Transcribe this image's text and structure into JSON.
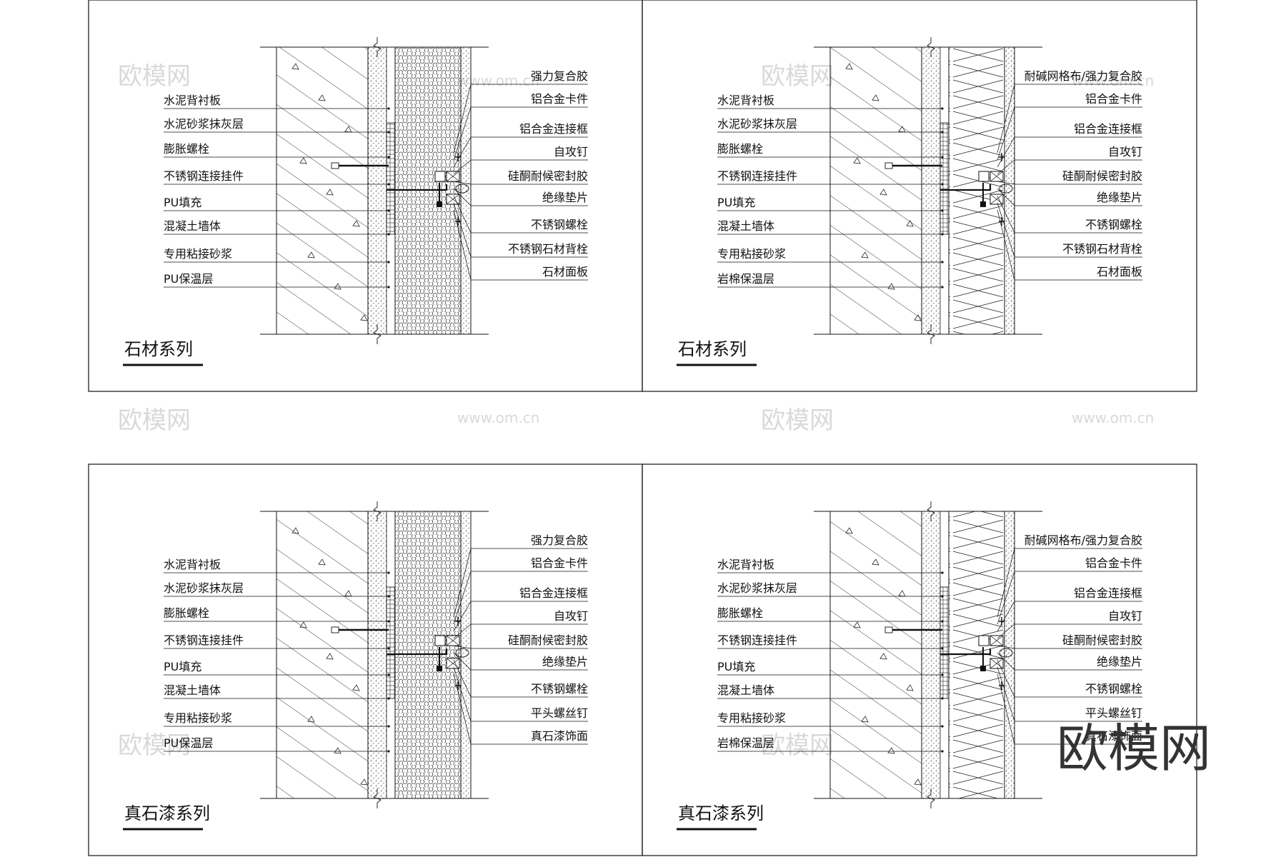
{
  "panels": [
    {
      "title": "石材系列",
      "insulation": "eps",
      "left_labels": [
        "水泥背衬板",
        "水泥砂浆抹灰层",
        "膨胀螺栓",
        "不锈钢连接挂件",
        "PU填充",
        "混凝土墙体",
        "专用粘接砂浆",
        "PU保温层"
      ],
      "right_labels": [
        "强力复合胶",
        "铝合金卡件",
        "铝合金连接框",
        "自攻钉",
        "硅酮耐候密封胶",
        "绝缘垫片",
        "不锈钢螺栓",
        "不锈钢石材背栓",
        "石材面板"
      ]
    },
    {
      "title": "石材系列",
      "insulation": "rockwool",
      "left_labels": [
        "水泥背衬板",
        "水泥砂浆抹灰层",
        "膨胀螺栓",
        "不锈钢连接挂件",
        "PU填充",
        "混凝土墙体",
        "专用粘接砂浆",
        "岩棉保温层"
      ],
      "right_labels": [
        "耐碱网格布/强力复合胶",
        "铝合金卡件",
        "铝合金连接框",
        "自攻钉",
        "硅酮耐候密封胶",
        "绝缘垫片",
        "不锈钢螺栓",
        "不锈钢石材背栓",
        "石材面板"
      ]
    },
    {
      "title": "真石漆系列",
      "insulation": "eps",
      "left_labels": [
        "水泥背衬板",
        "水泥砂浆抹灰层",
        "膨胀螺栓",
        "不锈钢连接挂件",
        "PU填充",
        "混凝土墙体",
        "专用粘接砂浆",
        "PU保温层"
      ],
      "right_labels": [
        "强力复合胶",
        "铝合金卡件",
        "铝合金连接框",
        "自攻钉",
        "硅酮耐候密封胶",
        "绝缘垫片",
        "不锈钢螺栓",
        "平头螺丝钉",
        "真石漆饰面"
      ]
    },
    {
      "title": "真石漆系列",
      "insulation": "rockwool",
      "left_labels": [
        "水泥背衬板",
        "水泥砂浆抹灰层",
        "膨胀螺栓",
        "不锈钢连接挂件",
        "PU填充",
        "混凝土墙体",
        "专用粘接砂浆",
        "岩棉保温层"
      ],
      "right_labels": [
        "耐碱网格布/强力复合胶",
        "铝合金卡件",
        "铝合金连接框",
        "自攻钉",
        "硅酮耐候密封胶",
        "绝缘垫片",
        "不锈钢螺栓",
        "平头螺丝钉",
        "真石漆饰面"
      ]
    }
  ],
  "watermark": {
    "logo_text": "欧模网",
    "url_text": "www.om.cn",
    "side_text": "om.cn"
  },
  "colors": {
    "line": "#111111",
    "watermark": "#d9d9d9"
  }
}
